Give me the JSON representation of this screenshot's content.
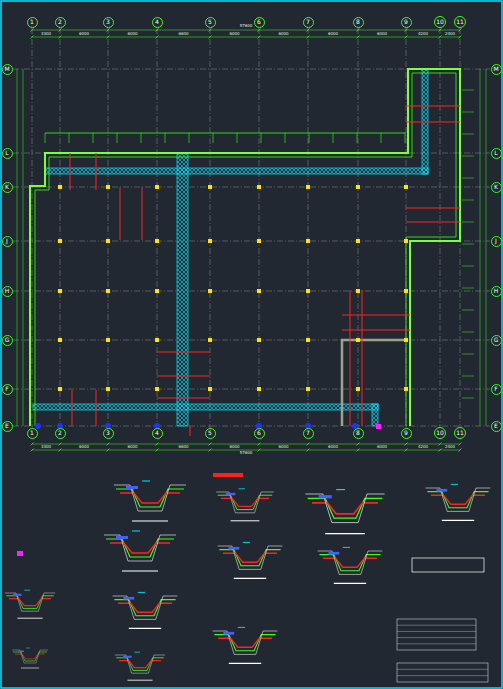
{
  "diagram": {
    "nodes": [
      {
        "text": [
          "1"
        ]
      },
      {
        "text": [
          "2"
        ]
      },
      {
        "text": [
          "3"
        ]
      },
      {
        "text": [
          "4"
        ]
      },
      {
        "text": [
          "5"
        ]
      },
      {
        "text": [
          "6"
        ]
      },
      {
        "text": [
          "7"
        ]
      },
      {
        "text": [
          "8"
        ]
      },
      {
        "text": [
          "9"
        ]
      },
      {
        "text": [
          "10"
        ]
      },
      {
        "text": [
          "11"
        ]
      },
      {
        "text": [
          "1"
        ]
      },
      {
        "text": [
          "2"
        ]
      },
      {
        "text": [
          "3"
        ]
      },
      {
        "text": [
          "4"
        ]
      },
      {
        "text": [
          "5"
        ]
      },
      {
        "text": [
          "6"
        ]
      },
      {
        "text": [
          "7"
        ]
      },
      {
        "text": [
          "8"
        ]
      },
      {
        "text": [
          "9"
        ]
      },
      {
        "text": [
          "10"
        ]
      },
      {
        "text": [
          "11"
        ]
      },
      {
        "text": [
          "M"
        ]
      },
      {
        "text": [
          "L"
        ]
      },
      {
        "text": [
          "K"
        ]
      },
      {
        "text": [
          "J"
        ]
      },
      {
        "text": [
          "H"
        ]
      },
      {
        "text": [
          "G"
        ]
      },
      {
        "text": [
          "F"
        ]
      },
      {
        "text": [
          "E"
        ]
      },
      {
        "text": [
          "M"
        ]
      },
      {
        "text": [
          "L"
        ]
      },
      {
        "text": [
          "K"
        ]
      },
      {
        "text": [
          "J"
        ]
      },
      {
        "text": [
          "H"
        ]
      },
      {
        "text": [
          "G"
        ]
      },
      {
        "text": [
          "F"
        ]
      },
      {
        "text": [
          "E"
        ]
      }
    ],
    "labels": [
      "57600",
      "3300",
      "6000",
      "6000",
      "6600",
      "6000",
      "6000",
      "6000",
      "6000",
      "4200",
      "2400",
      "57600",
      "3300",
      "6000",
      "6000",
      "6600",
      "6000",
      "6000",
      "6000",
      "6000",
      "4200",
      "2400"
    ]
  }
}
